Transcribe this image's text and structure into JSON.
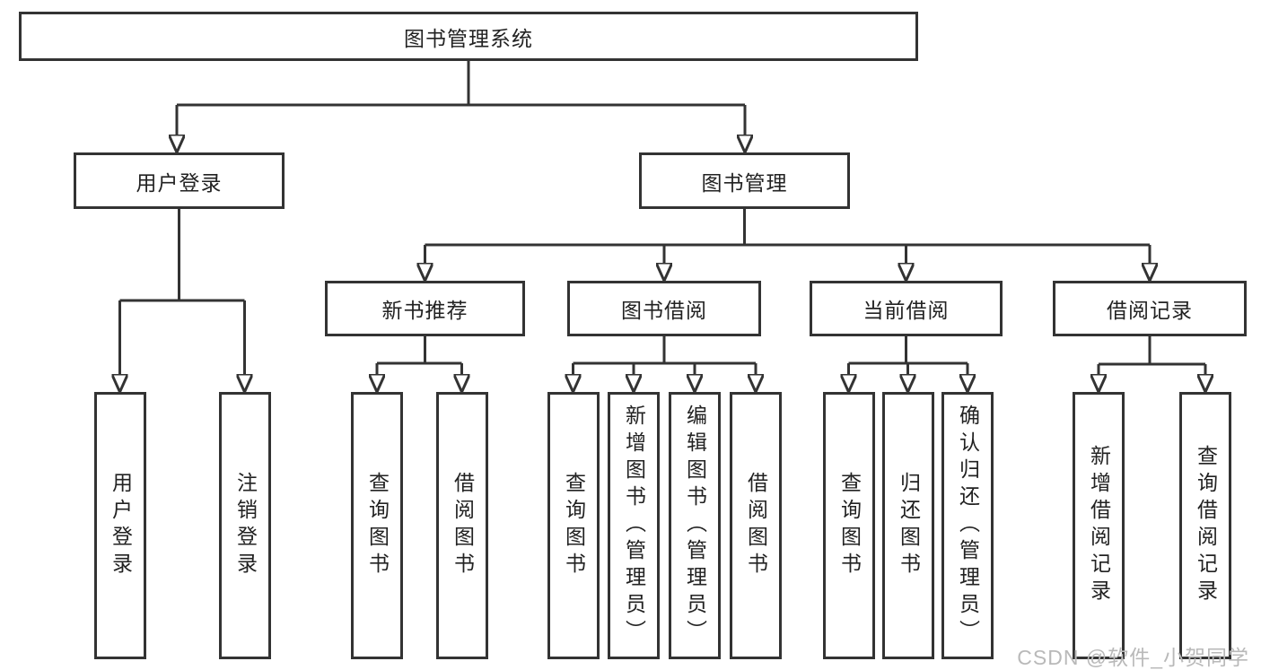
{
  "diagram": {
    "tree": {
      "label": "图书管理系统",
      "children": [
        {
          "label": "用户登录",
          "children": [
            {
              "label": "用户登录"
            },
            {
              "label": "注销登录"
            }
          ]
        },
        {
          "label": "图书管理",
          "children": [
            {
              "label": "新书推荐",
              "children": [
                {
                  "label": "查询图书"
                },
                {
                  "label": "借阅图书"
                }
              ]
            },
            {
              "label": "图书借阅",
              "children": [
                {
                  "label": "查询图书"
                },
                {
                  "label": "新增图书（管理员）"
                },
                {
                  "label": "编辑图书（管理员）"
                },
                {
                  "label": "借阅图书"
                }
              ]
            },
            {
              "label": "当前借阅",
              "children": [
                {
                  "label": "查询图书"
                },
                {
                  "label": "归还图书"
                },
                {
                  "label": "确认归还（管理员）"
                }
              ]
            },
            {
              "label": "借阅记录",
              "children": [
                {
                  "label": "新增借阅记录"
                },
                {
                  "label": "查询借阅记录"
                }
              ]
            }
          ]
        }
      ]
    },
    "watermark": {
      "text": "CSDN @软件_小贺同学"
    },
    "colors": {
      "line": "#333333",
      "text": "#222222",
      "watermark": "#b9b9b9",
      "background": "#ffffff"
    }
  }
}
